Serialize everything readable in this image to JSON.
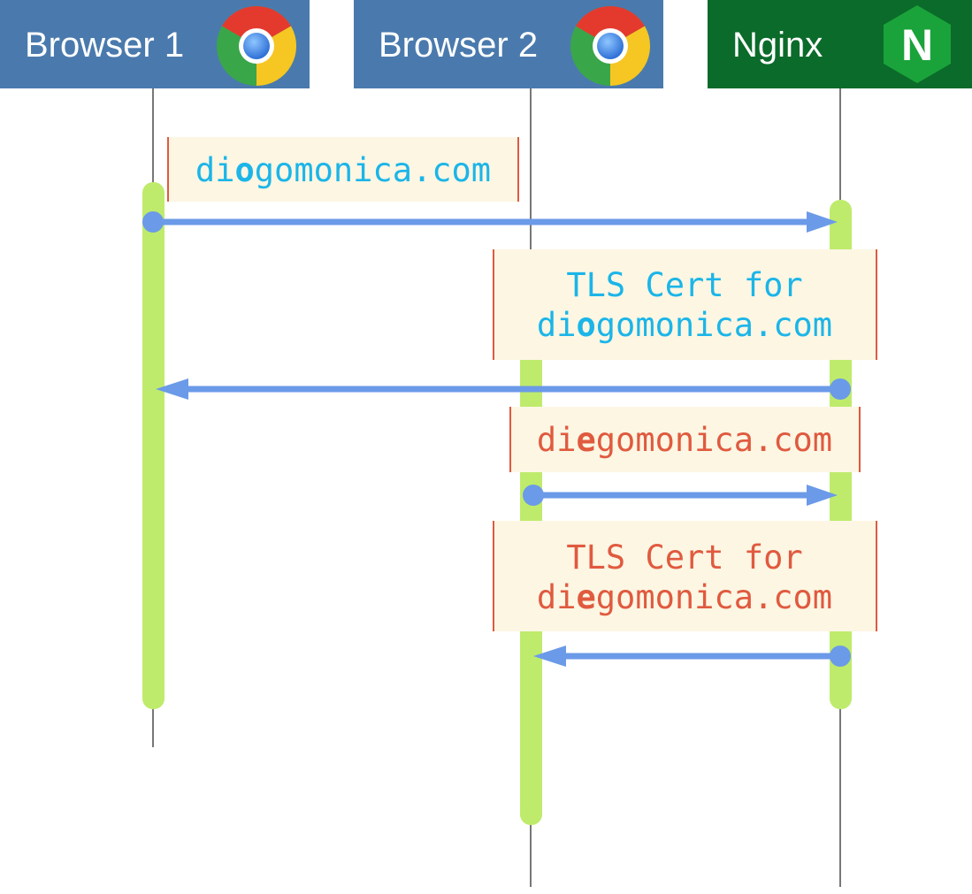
{
  "participants": [
    {
      "label": "Browser 1",
      "icon": "chrome-icon",
      "color": "#4a7aad"
    },
    {
      "label": "Browser 2",
      "icon": "chrome-icon",
      "color": "#4a7aad"
    },
    {
      "label": "Nginx",
      "icon": "nginx-icon",
      "icon_letter": "N",
      "color": "#0b6b2a"
    }
  ],
  "notes": [
    {
      "pre": "di",
      "bold": "o",
      "post": "gomonica.com",
      "color": "#1bb5e8"
    },
    {
      "line1": "TLS Cert for",
      "pre": "di",
      "bold": "o",
      "post": "gomonica.com",
      "color": "#1bb5e8"
    },
    {
      "pre": "di",
      "bold": "e",
      "post": "gomonica.com",
      "color": "#e05a3f"
    },
    {
      "line1": "TLS Cert for",
      "pre": "di",
      "bold": "e",
      "post": "gomonica.com",
      "color": "#e05a3f"
    }
  ],
  "colors": {
    "activation": "#bfeb6c",
    "arrow": "#6b9ae8",
    "note_bg": "#fcf6e3",
    "note_border": "#e05a3f",
    "lifeline": "#777777"
  }
}
